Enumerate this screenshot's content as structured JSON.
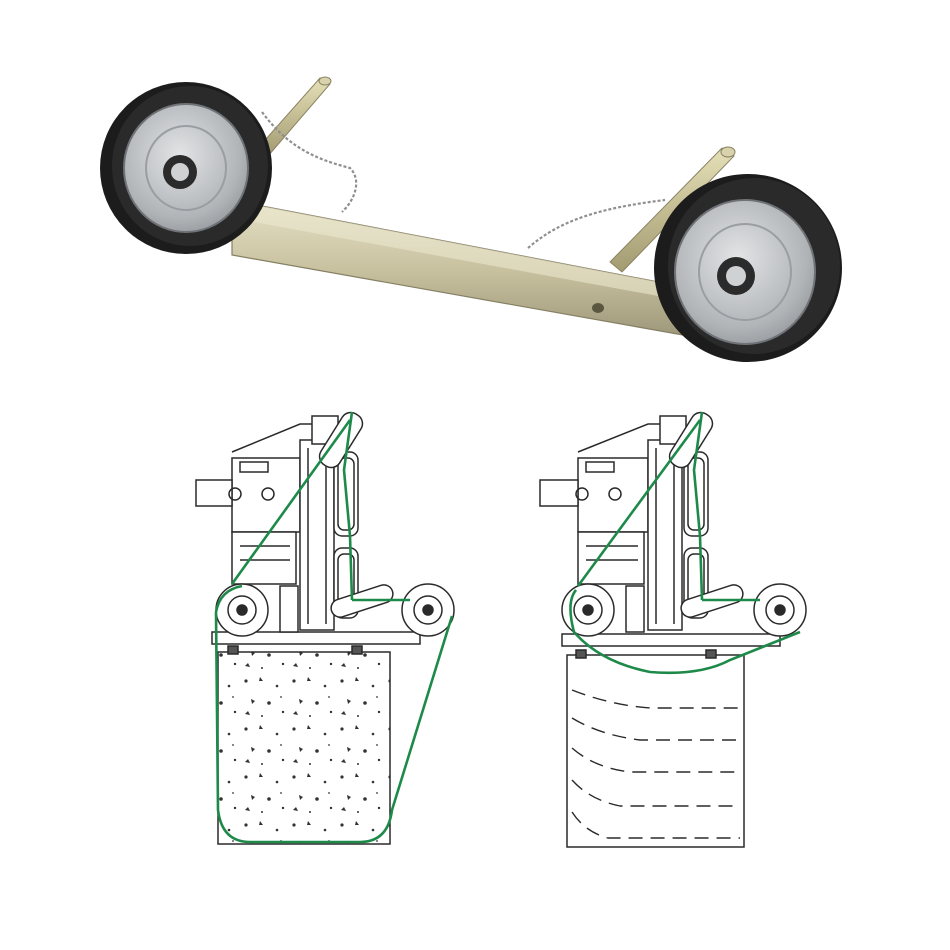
{
  "product_photo": {
    "subject": "wheel-axle-assembly",
    "colors": {
      "tire": "#1c1c1c",
      "rim": "#b9bcbf",
      "bar": "#c9c2a0",
      "chain": "#9a9a9a"
    }
  },
  "diagrams": [
    {
      "name": "saw-cutting-concrete-block",
      "block_material": "concrete"
    },
    {
      "name": "saw-cutting-stone-block",
      "block_material": "stone"
    }
  ],
  "colors": {
    "wire": "#1e8a4a",
    "line": "#2a2a2a",
    "background": "#ffffff"
  }
}
